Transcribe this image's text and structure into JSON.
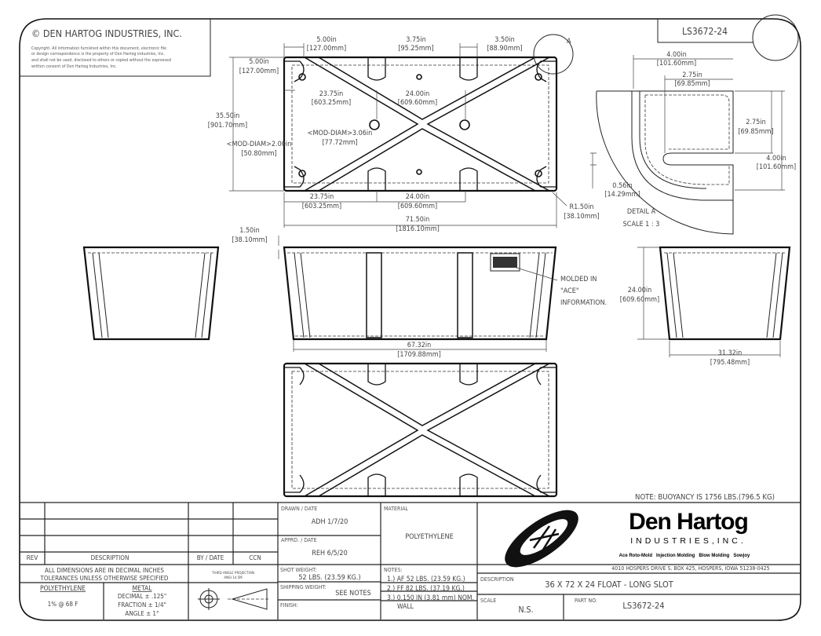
{
  "header": {
    "company": "© DEN HARTOG INDUSTRIES, INC.",
    "copyright": [
      "Copyright. All information furnished within this document, electronic file",
      "or design correspondence is the property of Den Hartog industries, Inc.",
      "and shall not be used, disclosed to others or copied without the expressed",
      "written consent of Den Hartog Industries, Inc."
    ],
    "part_number": "LS3672-24"
  },
  "top_view": {
    "dims": [
      [
        "5.00in",
        "[127.00mm]"
      ],
      [
        "3.75in",
        "[95.25mm]"
      ],
      [
        "3.50in",
        "[88.90mm]"
      ],
      [
        "5.00in",
        "[127.00mm]"
      ],
      [
        "35.50in",
        "[901.70mm]"
      ],
      [
        "23.75in",
        "[603.25mm]"
      ],
      [
        "24.00in",
        "[609.60mm]"
      ],
      [
        "<MOD-DIAM>3.06in",
        "[77.72mm]"
      ],
      [
        "<MOD-DIAM>2.00in",
        "[50.80mm]"
      ],
      [
        "23.75in",
        "[603.25mm]"
      ],
      [
        "24.00in",
        "[609.60mm]"
      ],
      [
        "71.50in",
        "[1816.10mm]"
      ],
      [
        "R1.50in",
        "[38.10mm]"
      ]
    ],
    "detail_callout": "A"
  },
  "detail": {
    "dims": [
      [
        "4.00in",
        "[101.60mm]"
      ],
      [
        "2.75in",
        "[69.85mm]"
      ],
      [
        "2.75in",
        "[69.85mm]"
      ],
      [
        "4.00in",
        "[101.60mm]"
      ],
      [
        "0.56in",
        "[14.29mm]"
      ]
    ],
    "title": "DETAIL A",
    "scale": "SCALE 1 : 3"
  },
  "side_view": {
    "dims": [
      [
        "1.50in",
        "[38.10mm]"
      ],
      [
        "67.32in",
        "[1709.88mm]"
      ]
    ],
    "note": [
      "MOLDED IN",
      "\"ACE\"",
      "INFORMATION."
    ]
  },
  "end_view": {
    "dims": [
      [
        "24.00in",
        "[609.60mm]"
      ],
      [
        "31.32in",
        "[795.48mm]"
      ]
    ]
  },
  "buoyancy_note": "NOTE: BUOYANCY IS 1756 LBS.(796.5 KG)",
  "title_block": {
    "rev": "REV",
    "description": "DESCRIPTION",
    "by_date": "BY / DATE",
    "ccn": "CCN",
    "dims_note": [
      "ALL DIMENSIONS ARE IN DECIMAL INCHES",
      "TOLERANCES UNLESS OTHERWISE SPECIFIED"
    ],
    "poly_label": "POLYETHYLENE",
    "poly_tol": "1% @ 68  F",
    "metal_label": "METAL",
    "metal_tol": [
      "DECIMAL ± .125\"",
      "FRACTION ± 1/4\"",
      "ANGLE ± 1°"
    ],
    "projection": [
      "THIRD ANGLE PROJECTION",
      "ANSI 14.5M"
    ],
    "drawn_label": "DRAWN / DATE",
    "drawn": "ADH 1/7/20",
    "apprd_label": "APPRD. / DATE",
    "apprd": "REH 6/5/20",
    "shot_label": "SHOT WEIGHT:",
    "shot": "52 LBS. (23.59 KG.)",
    "ship_label": "SHIPPING WEIGHT:",
    "ship": "SEE NOTES",
    "finish_label": "FINISH:",
    "material_label": "MATERIAL",
    "material": "POLYETHYLENE",
    "notes_label": "NOTES:",
    "notes": [
      "1.) AF 52 LBS. (23.59 KG.)",
      "2.) FF 82 LBS. (37.19 KG.)",
      "3.) 0.150 IN (3.81 mm) NOM.",
      "WALL"
    ],
    "brand": "Den Hartog",
    "brand_sub": "INDUSTRIES,INC.",
    "services": "Ace Roto-Mold   Injection Molding   Blow Molding   Sowjoy",
    "address": "4010 HOSPERS DRIVE S.  BOX 425, HOSPERS, IOWA 51238-0425",
    "desc_label": "DESCRIPTION",
    "desc": "36 X 72 X 24 FLOAT - LONG SLOT",
    "scale_label": "SCALE",
    "scale": "N.S.",
    "part_label": "PART NO.",
    "part": "LS3672-24"
  }
}
